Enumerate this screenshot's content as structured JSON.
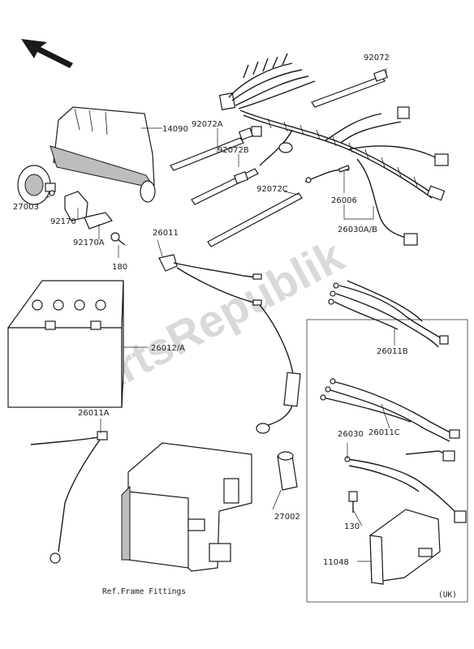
{
  "diagram": {
    "watermark": "PartsRepublik",
    "region_mark": "(UK)",
    "ref_note": "Ref.Frame Fittings",
    "parts": [
      {
        "id": "p92072",
        "label": "92072"
      },
      {
        "id": "p92072A",
        "label": "92072A"
      },
      {
        "id": "p92072B",
        "label": "92072B"
      },
      {
        "id": "p92072C",
        "label": "92072C"
      },
      {
        "id": "p14090",
        "label": "14090"
      },
      {
        "id": "p27003",
        "label": "27003"
      },
      {
        "id": "p92170",
        "label": "92170"
      },
      {
        "id": "p92170A",
        "label": "92170A"
      },
      {
        "id": "p180",
        "label": "180"
      },
      {
        "id": "p26011",
        "label": "26011"
      },
      {
        "id": "p26006",
        "label": "26006"
      },
      {
        "id": "p26030AB",
        "label": "26030A/B"
      },
      {
        "id": "p26012A",
        "label": "26012/A"
      },
      {
        "id": "p26011B",
        "label": "26011B"
      },
      {
        "id": "p26011A",
        "label": "26011A"
      },
      {
        "id": "p26011C",
        "label": "26011C"
      },
      {
        "id": "p26030",
        "label": "26030"
      },
      {
        "id": "p27002",
        "label": "27002"
      },
      {
        "id": "p130",
        "label": "130"
      },
      {
        "id": "p11048",
        "label": "11048"
      }
    ]
  }
}
